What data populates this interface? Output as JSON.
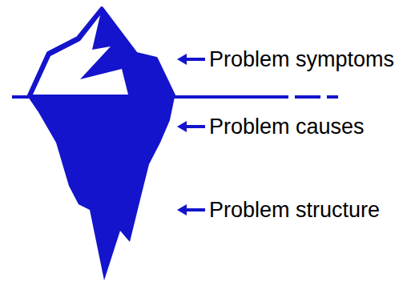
{
  "diagram": {
    "labels": [
      "Problem symptoms",
      "Problem causes",
      "Problem structure"
    ]
  }
}
